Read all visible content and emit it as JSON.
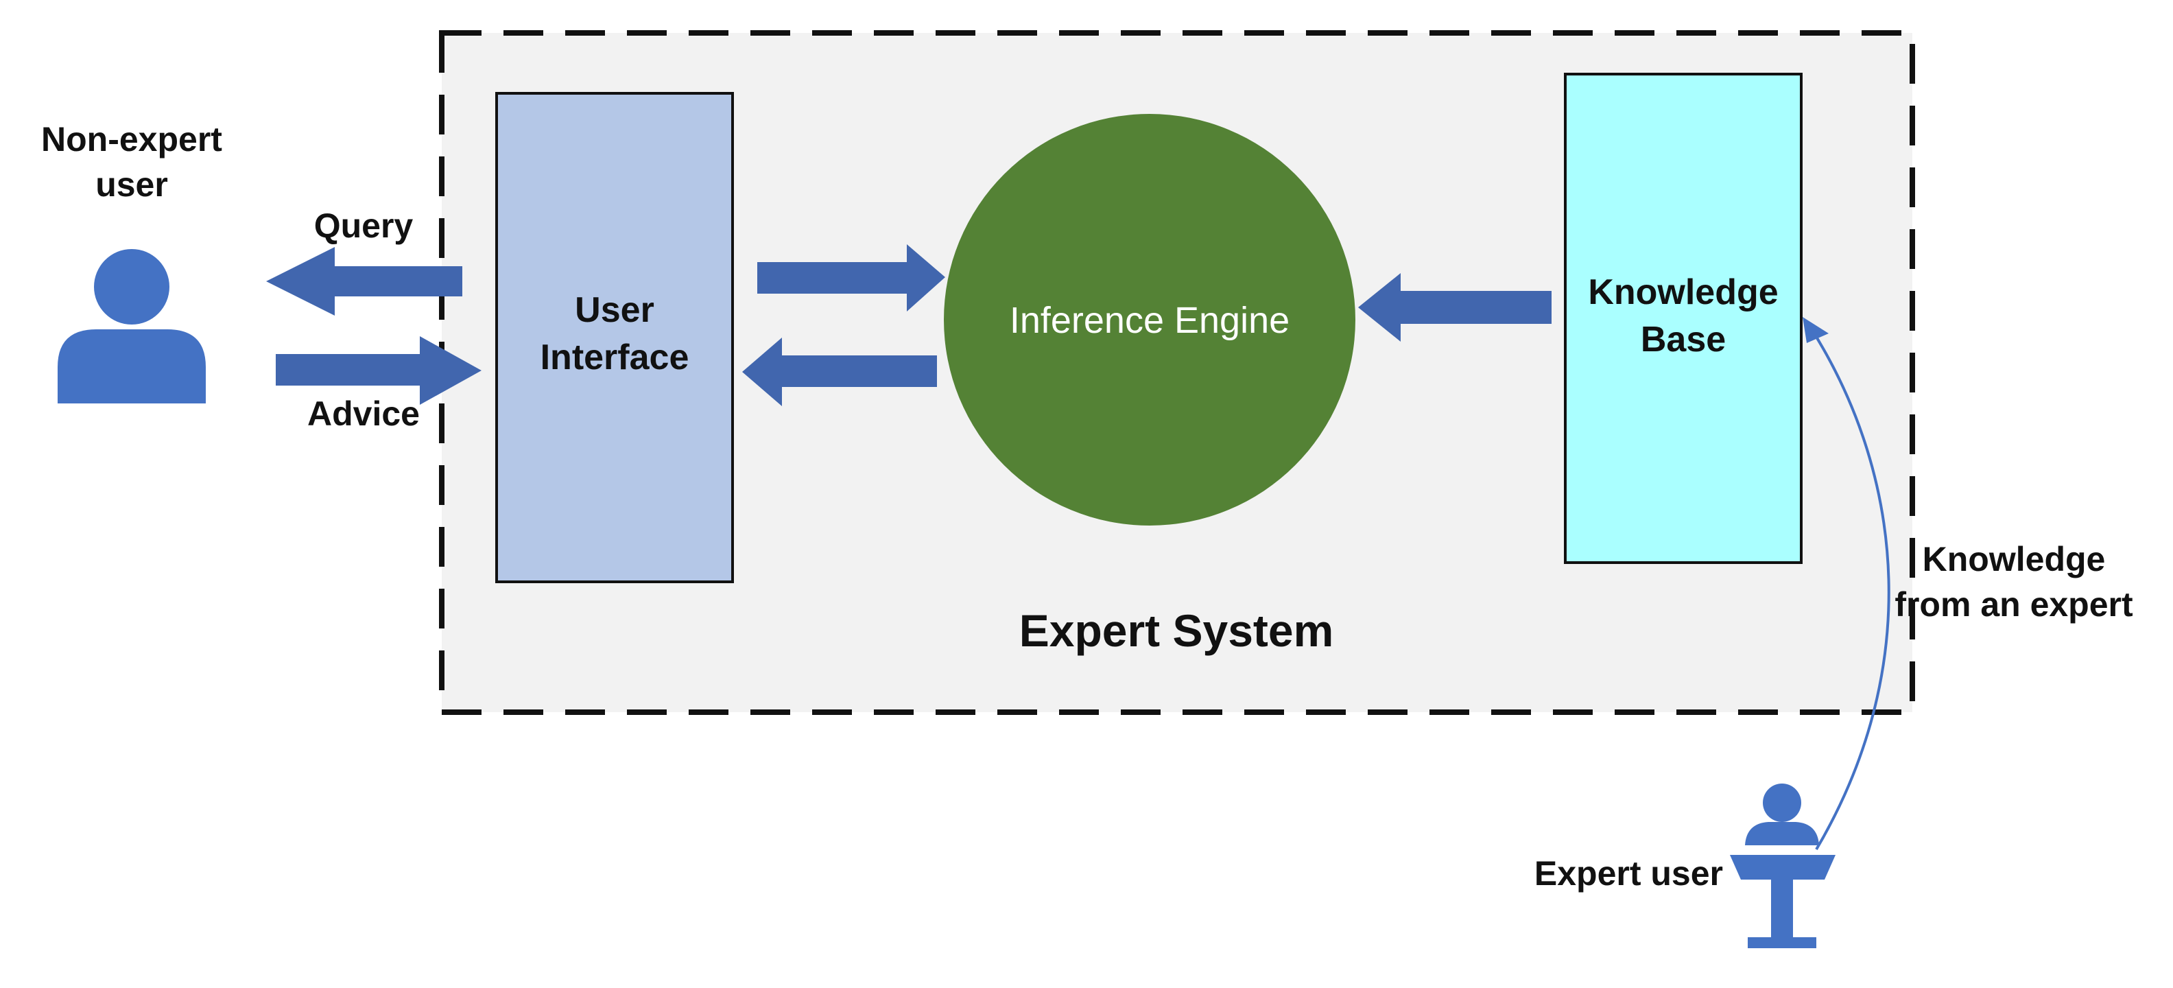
{
  "diagram": {
    "system_label": "Expert System",
    "user_interface_label": "User\nInterface",
    "inference_engine_label": "Inference Engine",
    "knowledge_base_label": "Knowledge\nBase",
    "non_expert_user_label": "Non-expert\nuser",
    "expert_user_label": "Expert user",
    "query_label": "Query",
    "advice_label": "Advice",
    "knowledge_from_expert_label": "Knowledge\nfrom an expert"
  },
  "colors": {
    "system_fill": "#f2f2f2",
    "system_border": "#111111",
    "user_interface_fill": "#b4c7e7",
    "knowledge_base_fill": "#aaffff",
    "inference_engine_fill": "#548235",
    "arrow_fill": "#4166ae",
    "person_fill": "#4472c4",
    "inference_text": "#ffffff"
  },
  "icons": {
    "non_expert_user": "person-icon",
    "expert_user": "presenter-at-podium-icon"
  }
}
